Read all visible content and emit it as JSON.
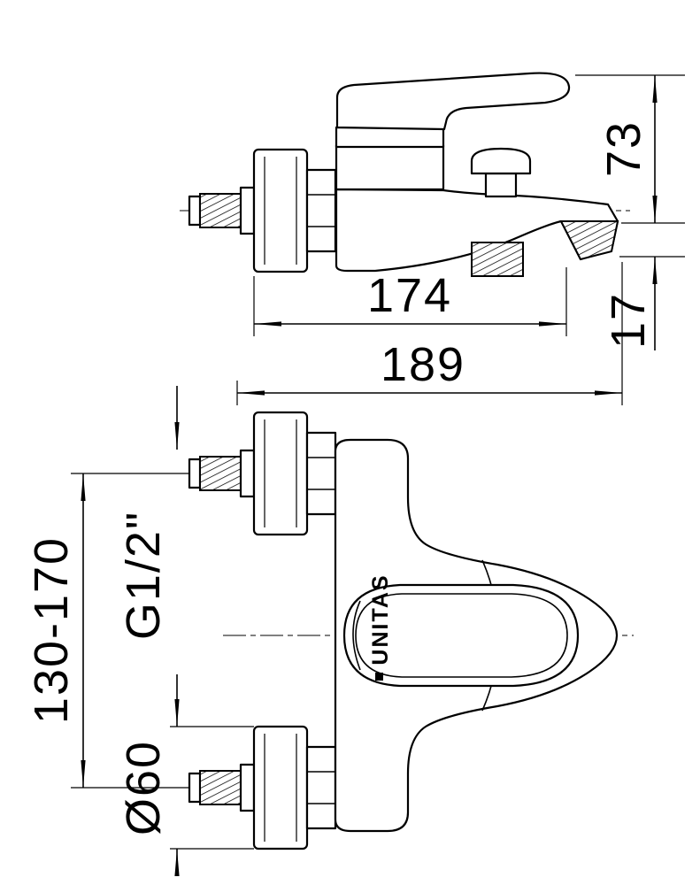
{
  "page": {
    "background": "#ffffff",
    "line_color": "#000000"
  },
  "brand": {
    "name": "UNITAS"
  },
  "dimensions": {
    "handle_to_spout_height": "73",
    "spout_end_drop": "17",
    "spout_reach": "174",
    "overall_length": "189",
    "supply_center_range": "130-170",
    "connection_thread": "G1/2\"",
    "escutcheon_diameter": "Ø60"
  }
}
